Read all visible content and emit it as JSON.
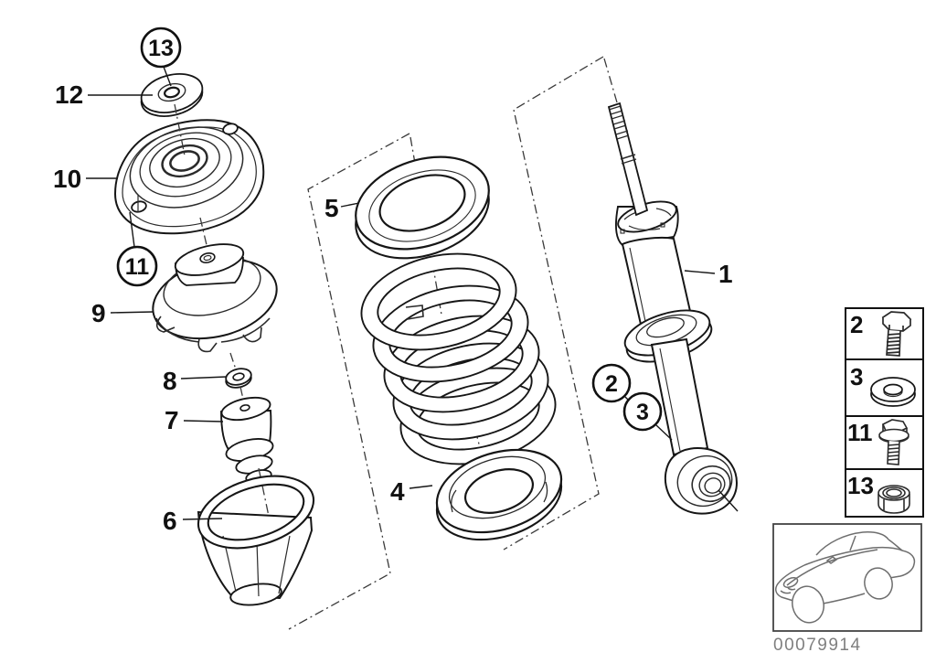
{
  "diagram": {
    "title_hidden": "",
    "drawing_number": "00079914",
    "colors": {
      "line": "#161616",
      "dashdot": "#3a3a3a",
      "muted_text": "#7f7f7f",
      "background": "#ffffff"
    },
    "callouts": [
      {
        "label": "1",
        "circled": false
      },
      {
        "label": "2",
        "circled": true
      },
      {
        "label": "3",
        "circled": true
      },
      {
        "label": "4",
        "circled": false
      },
      {
        "label": "5",
        "circled": false
      },
      {
        "label": "6",
        "circled": false
      },
      {
        "label": "7",
        "circled": false
      },
      {
        "label": "8",
        "circled": false
      },
      {
        "label": "9",
        "circled": false
      },
      {
        "label": "10",
        "circled": false
      },
      {
        "label": "11",
        "circled": true
      },
      {
        "label": "12",
        "circled": false
      },
      {
        "label": "13",
        "circled": true
      }
    ],
    "legend": {
      "rows": [
        {
          "ref": "2",
          "icon": "hex-bolt-icon"
        },
        {
          "ref": "3",
          "icon": "washer-icon"
        },
        {
          "ref": "11",
          "icon": "flange-bolt-icon"
        },
        {
          "ref": "13",
          "icon": "lock-nut-icon"
        }
      ]
    }
  }
}
